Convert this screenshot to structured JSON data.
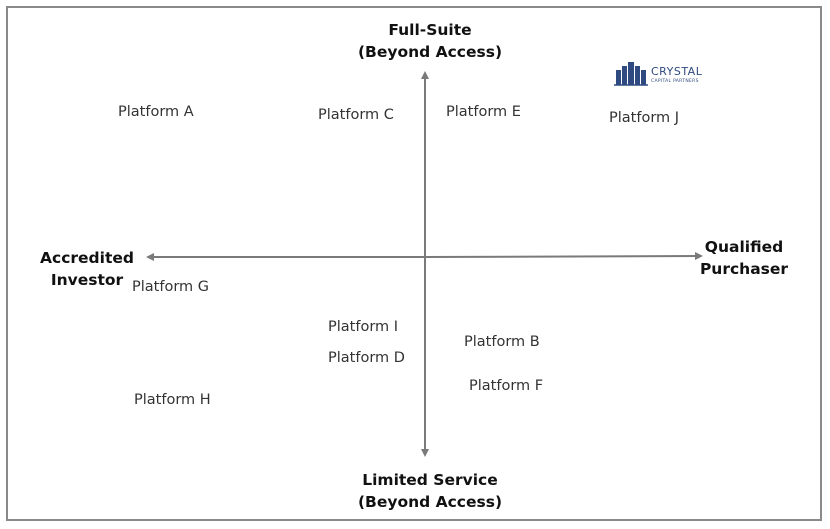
{
  "axes": {
    "top": {
      "line1": "Full-Suite",
      "line2": "(Beyond Access)"
    },
    "bottom": {
      "line1": "Limited Service",
      "line2": "(Beyond Access)"
    },
    "left": {
      "line1": "Accredited",
      "line2": "Investor"
    },
    "right": {
      "line1": "Qualified",
      "line2": "Purchaser"
    }
  },
  "platforms": {
    "a": "Platform A",
    "b": "Platform B",
    "c": "Platform C",
    "d": "Platform D",
    "e": "Platform E",
    "f": "Platform F",
    "g": "Platform G",
    "h": "Platform H",
    "i": "Platform I",
    "j": "Platform J"
  },
  "logo": {
    "name": "CRYSTAL",
    "sub": "CAPITAL PARTNERS",
    "color": "#2f4a80"
  },
  "colors": {
    "axis": "#7a7a7a",
    "border": "#8a8a8a"
  }
}
